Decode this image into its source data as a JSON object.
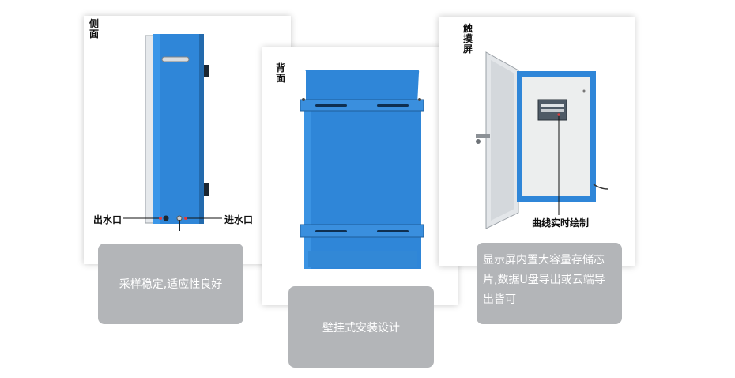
{
  "cards": {
    "side": {
      "view_label": "侧面",
      "outlet_label": "出水口",
      "inlet_label": "进水口"
    },
    "back": {
      "view_label": "背面"
    },
    "touch": {
      "view_label": "触摸屏",
      "curve_label": "曲线实时绘制"
    }
  },
  "captions": {
    "side": "采样稳定,适应性良好",
    "back": "壁挂式安装设计",
    "touch": "显示屏内置大容量存储芯片,数据U盘导出或云端导出皆可"
  },
  "colors": {
    "cabinet_blue": "#2f86d8",
    "caption_gray": "#b3b5b8"
  }
}
